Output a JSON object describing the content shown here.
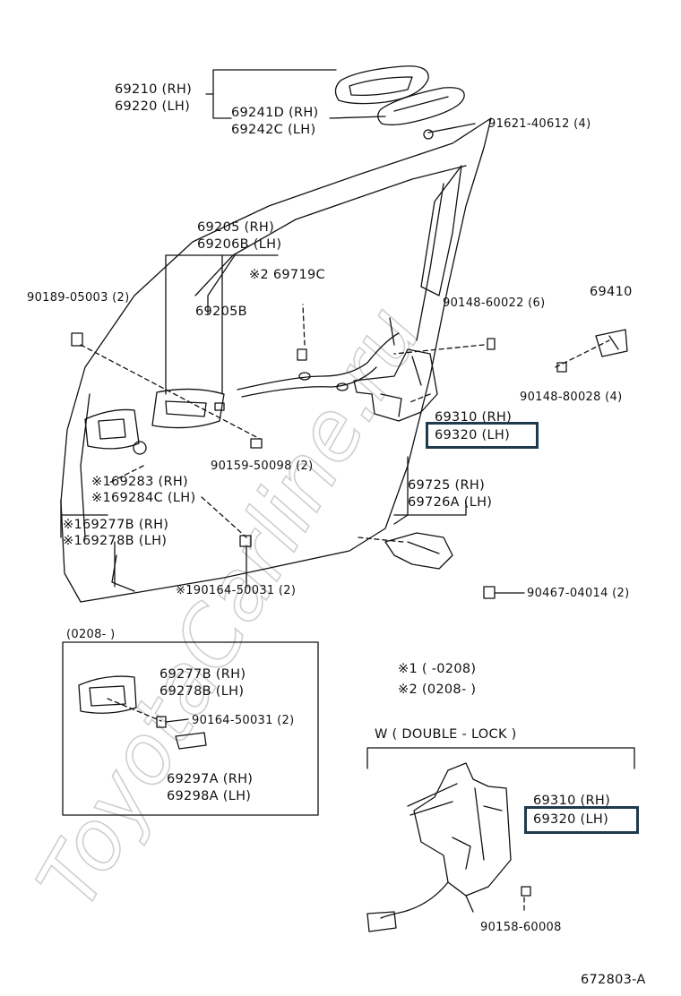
{
  "watermark": "ToyotaCarline.ru",
  "labels": {
    "l_69210": "69210 (RH)",
    "l_69220": "69220 (LH)",
    "l_69241D": "69241D (RH)",
    "l_69242C": "69242C (LH)",
    "l_91621": "91621-40612 (4)",
    "l_69205": "69205  (RH)",
    "l_69206B": "69206B (LH)",
    "l_69719C": "※2 69719C",
    "l_69205B": "69205B",
    "l_90189": "90189-05003 (2)",
    "l_90148_60022": "90148-60022 (6)",
    "l_69410": "69410",
    "l_90148_80028": "90148-80028 (4)",
    "l_69310a": "69310 (RH)",
    "l_69320a": "69320 (LH)",
    "l_90159": "90159-50098 (2)",
    "l_169283": "※169283   (RH)",
    "l_169284C": "※169284C (LH)",
    "l_69725": "69725   (RH)",
    "l_69726A": "69726A (LH)",
    "l_169277B": "※169277B (RH)",
    "l_169278B": "※169278B (LH)",
    "l_90467": "90467-04014 (2)",
    "l_190164": "※190164-50031 (2)",
    "l_box_period": "(0208-       )",
    "l_69277B": "69277B (RH)",
    "l_69278B": "69278B (LH)",
    "l_90164": "90164-50031 (2)",
    "l_69297A": "69297A (RH)",
    "l_69298A": "69298A (LH)",
    "l_note1": "※1   (        -0208)",
    "l_note2": "※2  (0208-         )",
    "l_double_lock": "W ( DOUBLE - LOCK )",
    "l_69310b": "69310 (RH)",
    "l_69320b": "69320 (LH)",
    "l_90158": "90158-60008",
    "l_ref": "672803-A"
  },
  "colors": {
    "line": "#111111",
    "highlight": "#1f3a4d",
    "watermark": "#c8c8c8"
  }
}
